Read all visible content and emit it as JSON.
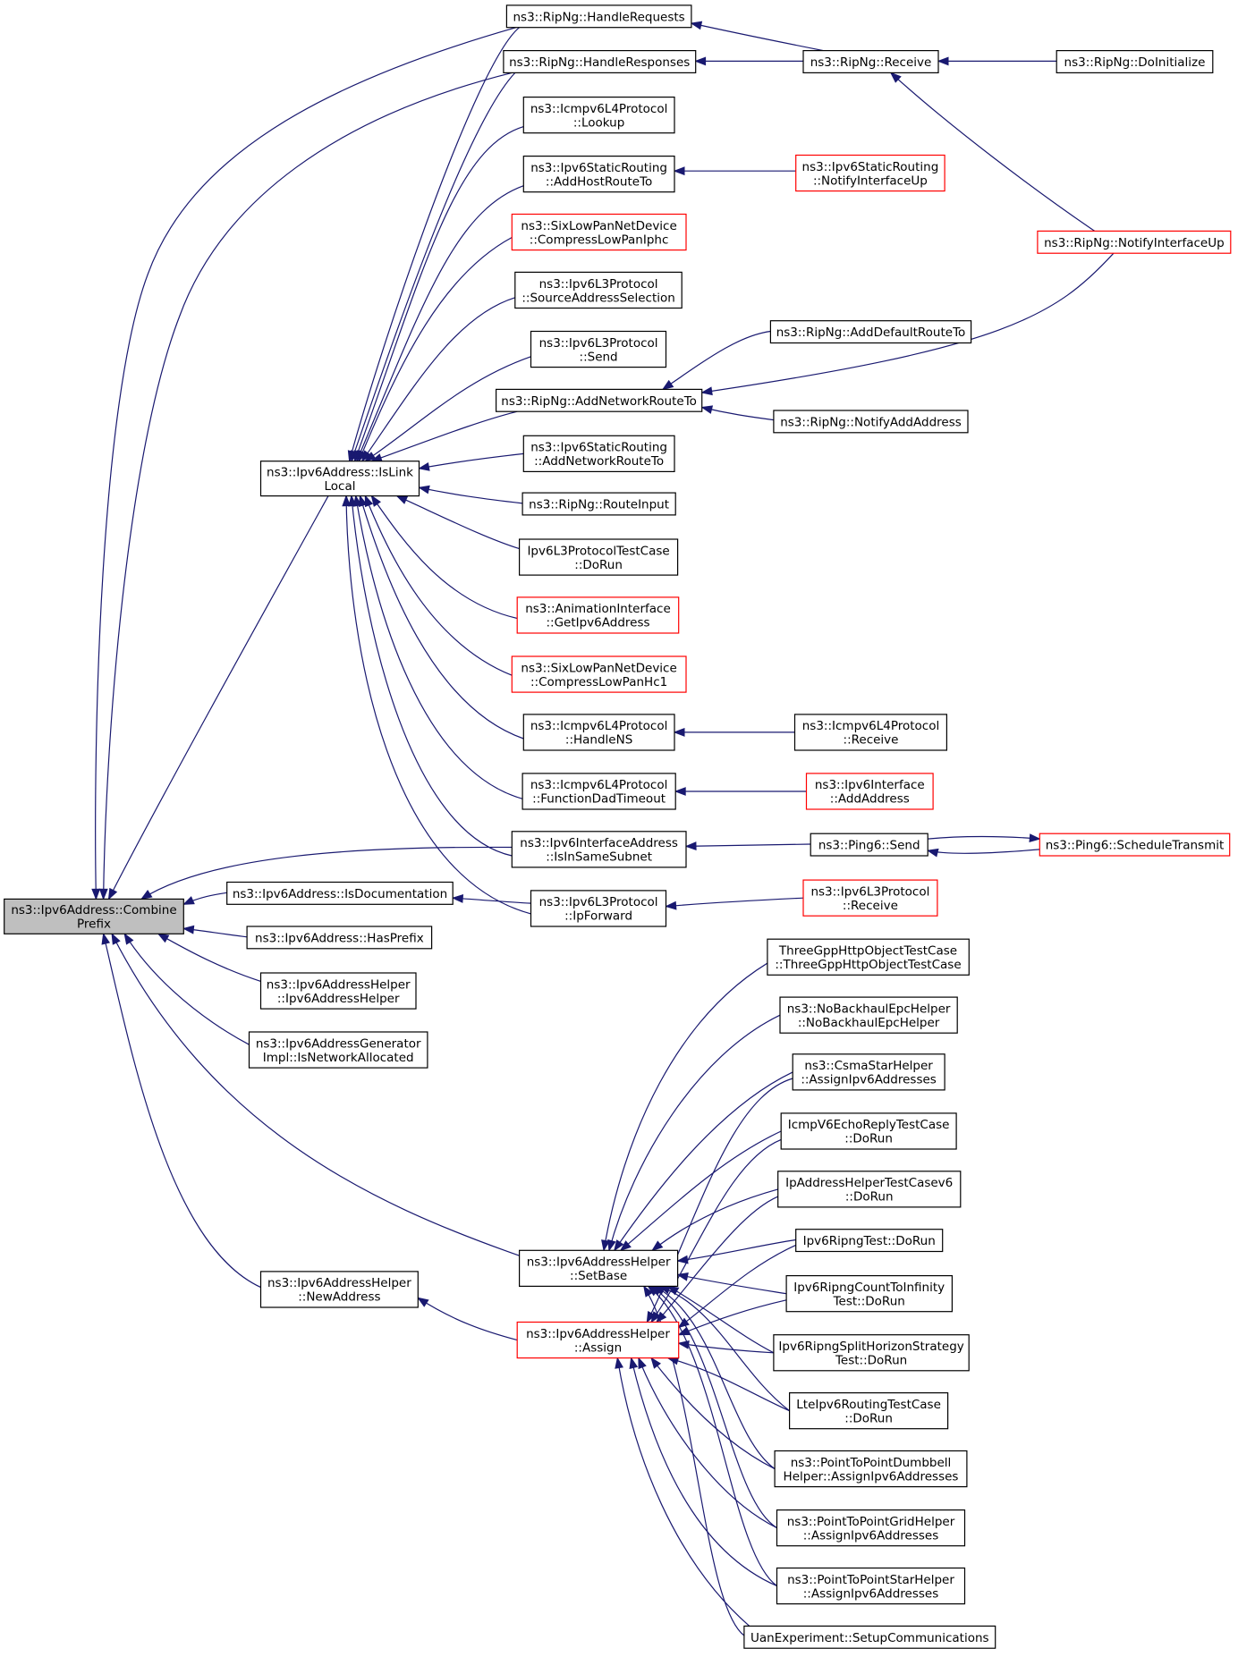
{
  "diagram": {
    "nodes": [
      {
        "id": "combine",
        "lines": [
          "ns3::Ipv6Address::Combine",
          "Prefix"
        ],
        "style": "root"
      },
      {
        "id": "islinklocal",
        "lines": [
          "ns3::Ipv6Address::IsLink",
          "Local"
        ],
        "style": "normal"
      },
      {
        "id": "isdoc",
        "lines": [
          "ns3::Ipv6Address::IsDocumentation"
        ],
        "style": "normal"
      },
      {
        "id": "hasprefix",
        "lines": [
          "ns3::Ipv6Address::HasPrefix"
        ],
        "style": "normal"
      },
      {
        "id": "helperctor",
        "lines": [
          "ns3::Ipv6AddressHelper",
          "::Ipv6AddressHelper"
        ],
        "style": "normal"
      },
      {
        "id": "genalloc",
        "lines": [
          "ns3::Ipv6AddressGenerator",
          "Impl::IsNetworkAllocated"
        ],
        "style": "normal"
      },
      {
        "id": "newaddress",
        "lines": [
          "ns3::Ipv6AddressHelper",
          "::NewAddress"
        ],
        "style": "normal"
      },
      {
        "id": "handlereq",
        "lines": [
          "ns3::RipNg::HandleRequests"
        ],
        "style": "normal"
      },
      {
        "id": "handleresp",
        "lines": [
          "ns3::RipNg::HandleResponses"
        ],
        "style": "normal"
      },
      {
        "id": "icmplookup",
        "lines": [
          "ns3::Icmpv6L4Protocol",
          "::Lookup"
        ],
        "style": "normal"
      },
      {
        "id": "addhost",
        "lines": [
          "ns3::Ipv6StaticRouting",
          "::AddHostRouteTo"
        ],
        "style": "normal"
      },
      {
        "id": "iphc",
        "lines": [
          "ns3::SixLowPanNetDevice",
          "::CompressLowPanIphc"
        ],
        "style": "red"
      },
      {
        "id": "srcsel",
        "lines": [
          "ns3::Ipv6L3Protocol",
          "::SourceAddressSelection"
        ],
        "style": "normal"
      },
      {
        "id": "l3send",
        "lines": [
          "ns3::Ipv6L3Protocol",
          "::Send"
        ],
        "style": "normal"
      },
      {
        "id": "addnet",
        "lines": [
          "ns3::RipNg::AddNetworkRouteTo"
        ],
        "style": "normal"
      },
      {
        "id": "staticaddnet",
        "lines": [
          "ns3::Ipv6StaticRouting",
          "::AddNetworkRouteTo"
        ],
        "style": "normal"
      },
      {
        "id": "routeinput",
        "lines": [
          "ns3::RipNg::RouteInput"
        ],
        "style": "normal"
      },
      {
        "id": "l3test",
        "lines": [
          "Ipv6L3ProtocolTestCase",
          "::DoRun"
        ],
        "style": "normal"
      },
      {
        "id": "anim",
        "lines": [
          "ns3::AnimationInterface",
          "::GetIpv6Address"
        ],
        "style": "red"
      },
      {
        "id": "hc1",
        "lines": [
          "ns3::SixLowPanNetDevice",
          "::CompressLowPanHc1"
        ],
        "style": "red"
      },
      {
        "id": "handlens",
        "lines": [
          "ns3::Icmpv6L4Protocol",
          "::HandleNS"
        ],
        "style": "normal"
      },
      {
        "id": "dadtimeout",
        "lines": [
          "ns3::Icmpv6L4Protocol",
          "::FunctionDadTimeout"
        ],
        "style": "normal"
      },
      {
        "id": "samesubnet",
        "lines": [
          "ns3::Ipv6InterfaceAddress",
          "::IsInSameSubnet"
        ],
        "style": "normal"
      },
      {
        "id": "ipforward",
        "lines": [
          "ns3::Ipv6L3Protocol",
          "::IpForward"
        ],
        "style": "normal"
      },
      {
        "id": "setbase",
        "lines": [
          "ns3::Ipv6AddressHelper",
          "::SetBase"
        ],
        "style": "normal"
      },
      {
        "id": "assign",
        "lines": [
          "ns3::Ipv6AddressHelper",
          "::Assign"
        ],
        "style": "red"
      },
      {
        "id": "ripreceive",
        "lines": [
          "ns3::RipNg::Receive"
        ],
        "style": "normal"
      },
      {
        "id": "staticnotify",
        "lines": [
          "ns3::Ipv6StaticRouting",
          "::NotifyInterfaceUp"
        ],
        "style": "red"
      },
      {
        "id": "adddefault",
        "lines": [
          "ns3::RipNg::AddDefaultRouteTo"
        ],
        "style": "normal"
      },
      {
        "id": "notifyaddr",
        "lines": [
          "ns3::RipNg::NotifyAddAddress"
        ],
        "style": "normal"
      },
      {
        "id": "icmpreceive",
        "lines": [
          "ns3::Icmpv6L4Protocol",
          "::Receive"
        ],
        "style": "normal"
      },
      {
        "id": "ifaceadd",
        "lines": [
          "ns3::Ipv6Interface",
          "::AddAddress"
        ],
        "style": "red"
      },
      {
        "id": "ping6send",
        "lines": [
          "ns3::Ping6::Send"
        ],
        "style": "normal"
      },
      {
        "id": "l3receive",
        "lines": [
          "ns3::Ipv6L3Protocol",
          "::Receive"
        ],
        "style": "red"
      },
      {
        "id": "doinit",
        "lines": [
          "ns3::RipNg::DoInitialize"
        ],
        "style": "normal"
      },
      {
        "id": "ripnotifyup",
        "lines": [
          "ns3::RipNg::NotifyInterfaceUp"
        ],
        "style": "red"
      },
      {
        "id": "sched",
        "lines": [
          "ns3::Ping6::ScheduleTransmit"
        ],
        "style": "red"
      },
      {
        "id": "threegpp",
        "lines": [
          "ThreeGppHttpObjectTestCase",
          "::ThreeGppHttpObjectTestCase"
        ],
        "style": "normal"
      },
      {
        "id": "nobackhaul",
        "lines": [
          "ns3::NoBackhaulEpcHelper",
          "::NoBackhaulEpcHelper"
        ],
        "style": "normal"
      },
      {
        "id": "csmastar",
        "lines": [
          "ns3::CsmaStarHelper",
          "::AssignIpv6Addresses"
        ],
        "style": "normal"
      },
      {
        "id": "echoreply",
        "lines": [
          "IcmpV6EchoReplyTestCase",
          "::DoRun"
        ],
        "style": "normal"
      },
      {
        "id": "iphelpertest",
        "lines": [
          "IpAddressHelperTestCasev6",
          "::DoRun"
        ],
        "style": "normal"
      },
      {
        "id": "ripngtest",
        "lines": [
          "Ipv6RipngTest::DoRun"
        ],
        "style": "normal"
      },
      {
        "id": "countinf",
        "lines": [
          "Ipv6RipngCountToInfinity",
          "Test::DoRun"
        ],
        "style": "normal"
      },
      {
        "id": "splithorizon",
        "lines": [
          "Ipv6RipngSplitHorizonStrategy",
          "Test::DoRun"
        ],
        "style": "normal"
      },
      {
        "id": "lterouting",
        "lines": [
          "LteIpv6RoutingTestCase",
          "::DoRun"
        ],
        "style": "normal"
      },
      {
        "id": "dumbbell",
        "lines": [
          "ns3::PointToPointDumbbell",
          "Helper::AssignIpv6Addresses"
        ],
        "style": "normal"
      },
      {
        "id": "grid",
        "lines": [
          "ns3::PointToPointGridHelper",
          "::AssignIpv6Addresses"
        ],
        "style": "normal"
      },
      {
        "id": "p2pstar",
        "lines": [
          "ns3::PointToPointStarHelper",
          "::AssignIpv6Addresses"
        ],
        "style": "normal"
      },
      {
        "id": "uan",
        "lines": [
          "UanExperiment::SetupCommunications"
        ],
        "style": "normal"
      }
    ],
    "edges": [
      {
        "from": "handlereq",
        "to": "combine"
      },
      {
        "from": "handleresp",
        "to": "combine"
      },
      {
        "from": "islinklocal",
        "to": "combine"
      },
      {
        "from": "samesubnet",
        "to": "combine"
      },
      {
        "from": "isdoc",
        "to": "combine"
      },
      {
        "from": "hasprefix",
        "to": "combine"
      },
      {
        "from": "helperctor",
        "to": "combine"
      },
      {
        "from": "genalloc",
        "to": "combine"
      },
      {
        "from": "newaddress",
        "to": "combine"
      },
      {
        "from": "setbase",
        "to": "combine"
      },
      {
        "from": "handlereq",
        "to": "islinklocal"
      },
      {
        "from": "handleresp",
        "to": "islinklocal"
      },
      {
        "from": "icmplookup",
        "to": "islinklocal"
      },
      {
        "from": "addhost",
        "to": "islinklocal"
      },
      {
        "from": "iphc",
        "to": "islinklocal"
      },
      {
        "from": "srcsel",
        "to": "islinklocal"
      },
      {
        "from": "l3send",
        "to": "islinklocal"
      },
      {
        "from": "addnet",
        "to": "islinklocal"
      },
      {
        "from": "staticaddnet",
        "to": "islinklocal"
      },
      {
        "from": "routeinput",
        "to": "islinklocal"
      },
      {
        "from": "l3test",
        "to": "islinklocal"
      },
      {
        "from": "anim",
        "to": "islinklocal"
      },
      {
        "from": "hc1",
        "to": "islinklocal"
      },
      {
        "from": "handlens",
        "to": "islinklocal"
      },
      {
        "from": "dadtimeout",
        "to": "islinklocal"
      },
      {
        "from": "samesubnet",
        "to": "islinklocal"
      },
      {
        "from": "ipforward",
        "to": "islinklocal"
      },
      {
        "from": "ipforward",
        "to": "isdoc"
      },
      {
        "from": "assign",
        "to": "newaddress"
      },
      {
        "from": "ripreceive",
        "to": "handlereq"
      },
      {
        "from": "ripreceive",
        "to": "handleresp"
      },
      {
        "from": "doinit",
        "to": "ripreceive"
      },
      {
        "from": "ripnotifyup",
        "to": "ripreceive"
      },
      {
        "from": "staticnotify",
        "to": "addhost"
      },
      {
        "from": "adddefault",
        "to": "addnet"
      },
      {
        "from": "notifyaddr",
        "to": "addnet"
      },
      {
        "from": "ripnotifyup",
        "to": "addnet"
      },
      {
        "from": "icmpreceive",
        "to": "handlens"
      },
      {
        "from": "ifaceadd",
        "to": "dadtimeout"
      },
      {
        "from": "ping6send",
        "to": "samesubnet"
      },
      {
        "from": "sched",
        "to": "ping6send"
      },
      {
        "from": "ping6send",
        "to": "sched"
      },
      {
        "from": "l3receive",
        "to": "ipforward"
      },
      {
        "from": "threegpp",
        "to": "setbase"
      },
      {
        "from": "nobackhaul",
        "to": "setbase"
      },
      {
        "from": "csmastar",
        "to": "setbase"
      },
      {
        "from": "echoreply",
        "to": "setbase"
      },
      {
        "from": "iphelpertest",
        "to": "setbase"
      },
      {
        "from": "ripngtest",
        "to": "setbase"
      },
      {
        "from": "countinf",
        "to": "setbase"
      },
      {
        "from": "splithorizon",
        "to": "setbase"
      },
      {
        "from": "lterouting",
        "to": "setbase"
      },
      {
        "from": "dumbbell",
        "to": "setbase"
      },
      {
        "from": "grid",
        "to": "setbase"
      },
      {
        "from": "p2pstar",
        "to": "setbase"
      },
      {
        "from": "uan",
        "to": "setbase"
      },
      {
        "from": "csmastar",
        "to": "assign"
      },
      {
        "from": "echoreply",
        "to": "assign"
      },
      {
        "from": "iphelpertest",
        "to": "assign"
      },
      {
        "from": "ripngtest",
        "to": "assign"
      },
      {
        "from": "countinf",
        "to": "assign"
      },
      {
        "from": "splithorizon",
        "to": "assign"
      },
      {
        "from": "lterouting",
        "to": "assign"
      },
      {
        "from": "dumbbell",
        "to": "assign"
      },
      {
        "from": "grid",
        "to": "assign"
      },
      {
        "from": "p2pstar",
        "to": "assign"
      },
      {
        "from": "uan",
        "to": "assign"
      }
    ],
    "colors": {
      "edge": "#191970",
      "root_fill": "#bfbfbf",
      "red_border": "#ff0000",
      "border": "#000000"
    }
  }
}
